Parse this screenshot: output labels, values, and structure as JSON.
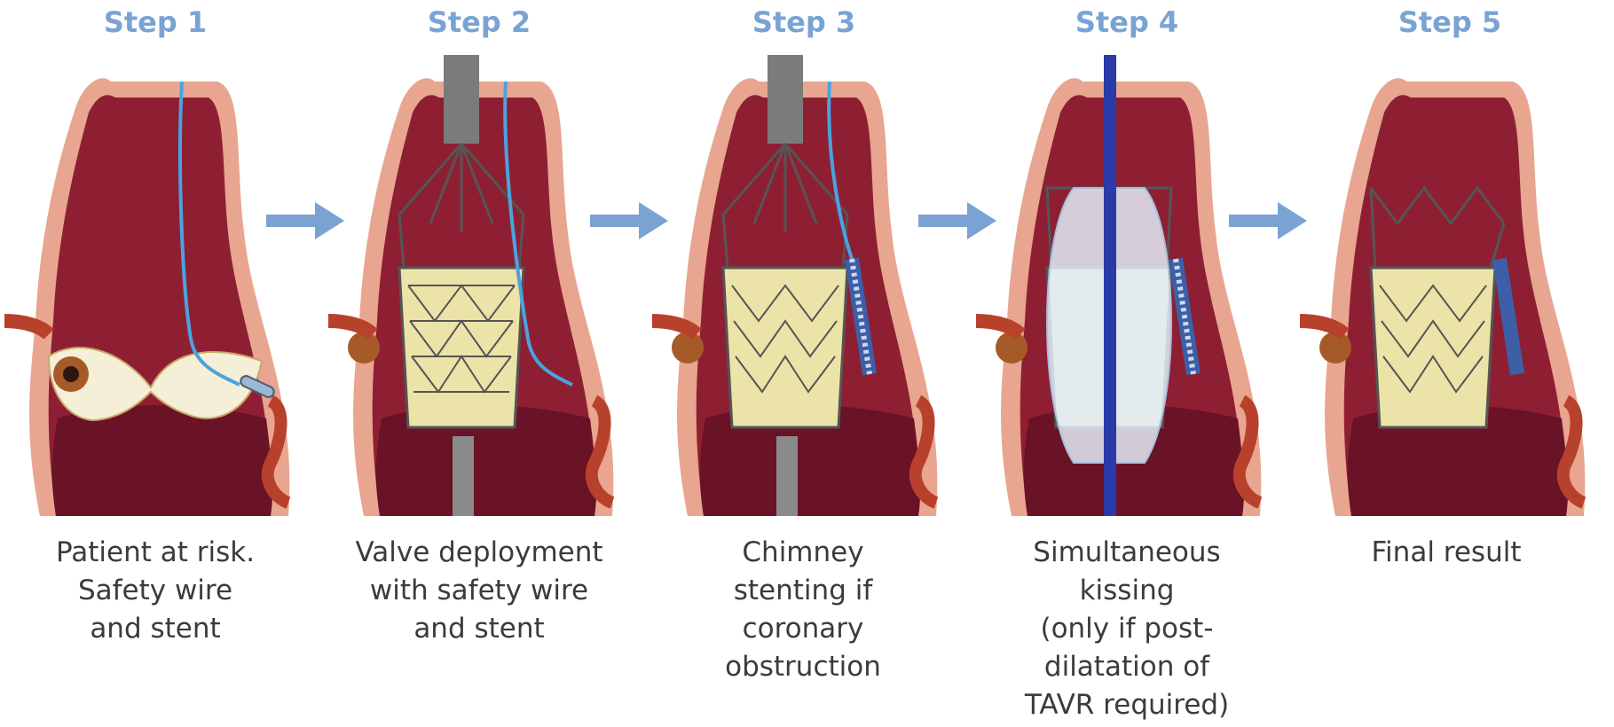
{
  "steps": [
    {
      "title": "Step 1",
      "caption": "Patient at risk.\nSafety wire\nand stent"
    },
    {
      "title": "Step 2",
      "caption": "Valve deployment\nwith safety wire\nand stent"
    },
    {
      "title": "Step 3",
      "caption": "Chimney\nstenting if\ncoronary\nobstruction"
    },
    {
      "title": "Step 4",
      "caption": "Simultaneous\nkissing\n(only if post-\ndilatation of\nTAVR required)"
    },
    {
      "title": "Step 5",
      "caption": "Final result"
    }
  ],
  "colors": {
    "title": "#7aa3d4",
    "arrow": "#7aa3d4",
    "caption": "#3b3b3b",
    "tissue": "#8e1f33",
    "tissue_dark": "#6a1226",
    "wall": "#e8a590",
    "valve_fabric": "#ece3a8",
    "stent": "#555555",
    "calcium": "#f4efd6",
    "coronary": "#b8412c",
    "wire": "#4aa3df",
    "catheter": "#7b7b7b",
    "balloon": "#e3ecf8",
    "balloon_shaft": "#2a3aa8"
  }
}
